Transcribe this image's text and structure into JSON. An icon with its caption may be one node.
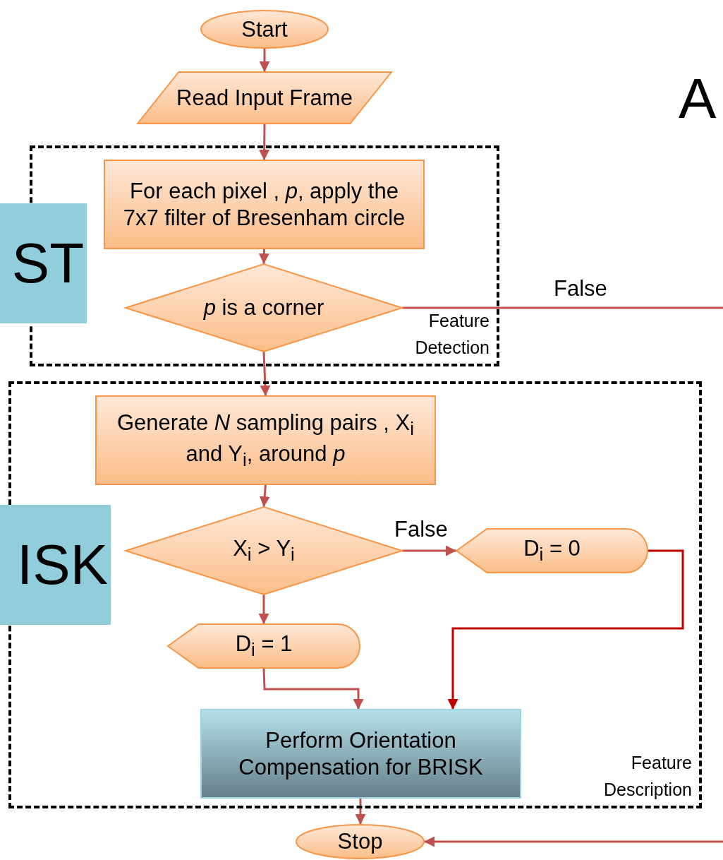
{
  "diagram": {
    "nodes": [
      {
        "text": [
          "Start"
        ]
      },
      {
        "text": [
          "Read Input Frame"
        ]
      },
      {
        "text": [
          "Feature Detection"
        ]
      },
      {
        "text": [
          "For each pixel , *p*, apply the 7x7 filter of Bresenham circle"
        ],
        "in": 2
      },
      {
        "text": [
          "*p* is a corner"
        ],
        "in": 2
      },
      {
        "text": [
          "Feature Description"
        ]
      },
      {
        "text": [
          "Generate *N*  sampling pairs , X$_{i}$ and Y$_{i}$, around *p*"
        ],
        "in": 5
      },
      {
        "text": [
          "X$_{i}$ > Y$_{i}$"
        ],
        "in": 5
      },
      {
        "text": [
          "D$_{i}$ = 0"
        ],
        "in": 5
      },
      {
        "text": [
          "D$_{i}$ = 1"
        ],
        "in": 5
      },
      {
        "text": [
          "Perform Orientation Compensation for BRISK"
        ],
        "in": 5
      },
      {
        "text": [
          "Stop"
        ]
      },
      {
        "text": [
          "ST"
        ]
      },
      {
        "text": [
          "ISK"
        ]
      }
    ],
    "edges": [
      {
        "from": 0,
        "to": 1,
        "arrow": "to"
      },
      {
        "from": 1,
        "to": 3,
        "arrow": "to"
      },
      {
        "from": 3,
        "to": 4,
        "arrow": "to"
      },
      {
        "from": 4,
        "to": null,
        "arrow": "none",
        "label": "False"
      },
      {
        "from": 4,
        "to": 6,
        "arrow": "to"
      },
      {
        "from": 6,
        "to": 7,
        "arrow": "to"
      },
      {
        "from": 7,
        "to": 8,
        "arrow": "to",
        "label": "False"
      },
      {
        "from": 7,
        "to": 9,
        "arrow": "to"
      },
      {
        "from": 9,
        "to": 10,
        "arrow": "to"
      },
      {
        "from": 8,
        "to": 10,
        "arrow": "to",
        "color": "#c00000"
      },
      {
        "from": 10,
        "to": 11,
        "arrow": "to"
      },
      {
        "from": null,
        "to": 11,
        "arrow": "to"
      }
    ],
    "labels": [
      "A"
    ]
  }
}
